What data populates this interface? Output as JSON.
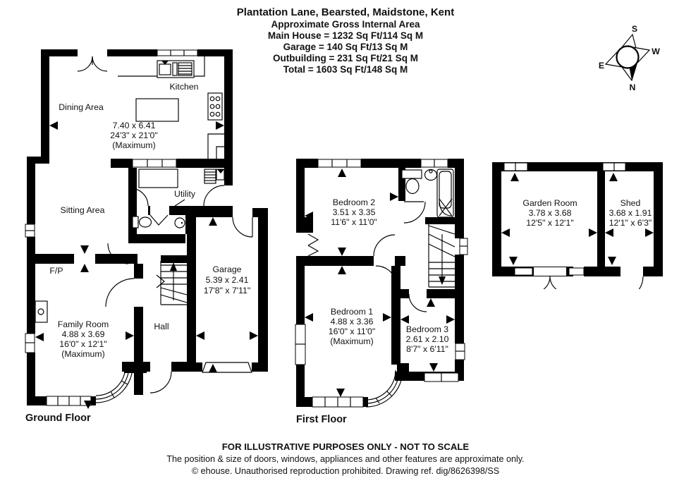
{
  "header": {
    "title": "Plantation Lane, Bearsted, Maidstone, Kent",
    "subtitle": "Approximate Gross Internal Area",
    "area_lines": [
      "Main House = 1232 Sq Ft/114 Sq M",
      "Garage = 140 Sq Ft/13 Sq M",
      "Outbuilding = 231 Sq Ft/21 Sq M",
      "Total = 1603 Sq Ft/148 Sq M"
    ]
  },
  "compass": {
    "north": "N",
    "south": "S",
    "east": "E",
    "west": "W"
  },
  "floors": {
    "ground": {
      "label": "Ground Floor",
      "dining": {
        "name": "Dining Area"
      },
      "kitchen": {
        "name": "Kitchen"
      },
      "open_plan_dims": [
        "7.40 x 6.41",
        "24'3\" x 21'0\"",
        "(Maximum)"
      ],
      "sitting": {
        "name": "Sitting Area"
      },
      "utility": {
        "name": "Utility"
      },
      "fireplace": "F/P",
      "family": {
        "name": "Family Room",
        "dims": [
          "4.88 x 3.69",
          "16'0\" x 12'1\"",
          "(Maximum)"
        ]
      },
      "hall": {
        "name": "Hall"
      },
      "garage": {
        "name": "Garage",
        "dims": [
          "5.39 x 2.41",
          "17'8\" x 7'11\""
        ]
      }
    },
    "first": {
      "label": "First Floor",
      "bedroom2": {
        "name": "Bedroom 2",
        "dims": [
          "3.51 x 3.35",
          "11'6\" x 11'0\""
        ]
      },
      "bedroom1": {
        "name": "Bedroom 1",
        "dims": [
          "4.88 x 3.36",
          "16'0\" x 11'0\"",
          "(Maximum)"
        ]
      },
      "bedroom3": {
        "name": "Bedroom 3",
        "dims": [
          "2.61 x 2.10",
          "8'7\" x 6'11\""
        ]
      }
    },
    "outbuilding": {
      "garden_room": {
        "name": "Garden Room",
        "dims": [
          "3.78 x 3.68",
          "12'5\" x 12'1\""
        ]
      },
      "shed": {
        "name": "Shed",
        "dims": [
          "3.68 x 1.91",
          "12'1\" x 6'3\""
        ]
      }
    }
  },
  "footer": {
    "line1": "FOR ILLUSTRATIVE PURPOSES ONLY - NOT TO SCALE",
    "line2": "The position & size of doors, windows, appliances and other features are approximate only.",
    "line3": "© ehouse. Unauthorised reproduction prohibited. Drawing ref. dig/8626398/SS"
  },
  "colors": {
    "wall": "#000000",
    "background": "#ffffff",
    "text": "#111111"
  }
}
